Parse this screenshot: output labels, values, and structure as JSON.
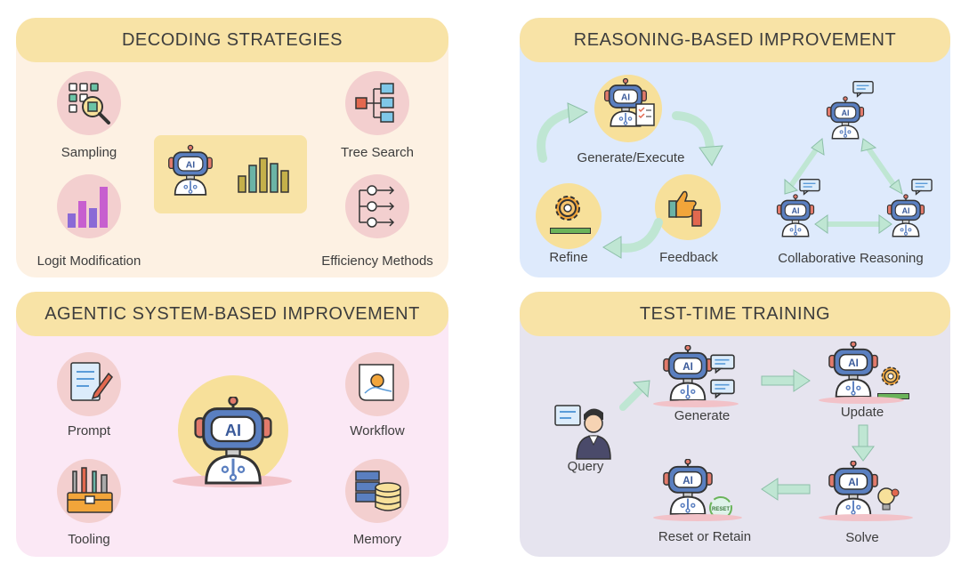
{
  "panels": {
    "decoding": {
      "title": "DECODING STRATEGIES",
      "items": {
        "sampling": "Sampling",
        "tree_search": "Tree Search",
        "logit_modification": "Logit Modification",
        "efficiency_methods": "Efficiency Methods"
      }
    },
    "reasoning": {
      "title": "REASONING-BASED IMPROVEMENT",
      "items": {
        "generate_execute": "Generate/Execute",
        "refine": "Refine",
        "feedback": "Feedback",
        "collaborative": "Collaborative Reasoning"
      }
    },
    "agentic": {
      "title": "AGENTIC SYSTEM-BASED IMPROVEMENT",
      "items": {
        "prompt": "Prompt",
        "workflow": "Workflow",
        "tooling": "Tooling",
        "memory": "Memory"
      }
    },
    "ttt": {
      "title": "TEST-TIME TRAINING",
      "items": {
        "query": "Query",
        "generate": "Generate",
        "update": "Update",
        "solve": "Solve",
        "reset_retain": "Reset or Retain"
      }
    }
  },
  "robot_text": "AI",
  "reset_badge": "RESET",
  "colors": {
    "header": "#f8e3a6",
    "decoding_bg": "#fdf1e3",
    "reasoning_bg": "#deeafc",
    "agentic_bg": "#fbe8f5",
    "ttt_bg": "#e6e4ef",
    "pink_circle": "#f3cfcf",
    "yellow_circle": "#f7e09a",
    "arrow_green": "#bfe6d3",
    "robot_blue": "#5a7fc0"
  },
  "icons": [
    "sampling-icon",
    "tree-search-icon",
    "logit-bars-icon",
    "efficiency-icon",
    "robot-icon",
    "bar-chart-icon",
    "generate-execute-icon",
    "refine-gear-icon",
    "feedback-thumbs-icon",
    "chat-bubble-icon",
    "prompt-document-icon",
    "workflow-icon",
    "toolbox-icon",
    "memory-database-icon",
    "query-person-icon",
    "reset-icon",
    "lightbulb-gear-icon"
  ]
}
